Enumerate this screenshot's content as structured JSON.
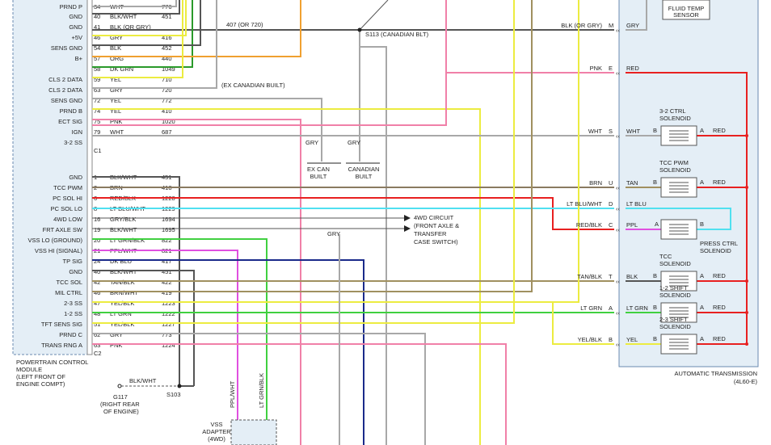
{
  "pcm": {
    "pins": [
      {
        "label": "PRND P",
        "num": "34",
        "color": "WHT",
        "circuit": "776"
      },
      {
        "label": "GND",
        "num": "40",
        "color": "BLK/WHT",
        "circuit": "451"
      },
      {
        "label": "GND",
        "num": "41",
        "color": "BLK (OR GRY)",
        "circuit": ""
      },
      {
        "label": "+5V",
        "num": "46",
        "color": "GRY",
        "circuit": "416"
      },
      {
        "label": "SENS GND",
        "num": "54",
        "color": "BLK",
        "circuit": "452"
      },
      {
        "label": "B+",
        "num": "57",
        "color": "ORG",
        "circuit": "440"
      },
      {
        "label": "",
        "num": "58",
        "color": "DK GRN",
        "circuit": "1049"
      },
      {
        "label": "CLS 2 DATA",
        "num": "59",
        "color": "YEL",
        "circuit": "710"
      },
      {
        "label": "CLS 2 DATA",
        "num": "63",
        "color": "GRY",
        "circuit": "720"
      },
      {
        "label": "SENS GND",
        "num": "72",
        "color": "YEL",
        "circuit": "772"
      },
      {
        "label": "PRND B",
        "num": "74",
        "color": "YEL",
        "circuit": "410"
      },
      {
        "label": "ECT SIG",
        "num": "75",
        "color": "PNK",
        "circuit": "1020"
      },
      {
        "label": "IGN",
        "num": "79",
        "color": "WHT",
        "circuit": "687"
      },
      {
        "label": "3-2 SS",
        "num": "",
        "color": "",
        "circuit": ""
      },
      {
        "label": "",
        "num": "C1",
        "color": "",
        "circuit": ""
      },
      {
        "label": "GND",
        "num": "1",
        "color": "BLK/WHT",
        "circuit": "451"
      },
      {
        "label": "TCC PWM",
        "num": "2",
        "color": "BRN",
        "circuit": "418"
      },
      {
        "label": "PC SOL HI",
        "num": "6",
        "color": "RED/BLK",
        "circuit": "1228"
      },
      {
        "label": "PC SOL LO",
        "num": "8",
        "color": "LT BLU/WHT",
        "circuit": "1229"
      },
      {
        "label": "4WD LOW",
        "num": "16",
        "color": "GRY/BLK",
        "circuit": "1694"
      },
      {
        "label": "FRT AXLE SW",
        "num": "19",
        "color": "BLK/WHT",
        "circuit": "1695"
      },
      {
        "label": "VSS LO (GROUND)",
        "num": "20",
        "color": "LT GRN/BLK",
        "circuit": "822"
      },
      {
        "label": "VSS HI (SIGNAL)",
        "num": "21",
        "color": "PPL/WHT",
        "circuit": "821"
      },
      {
        "label": "TP SIG",
        "num": "24",
        "color": "DK BLU",
        "circuit": "417"
      },
      {
        "label": "GND",
        "num": "40",
        "color": "BLK/WHT",
        "circuit": "451"
      },
      {
        "label": "TCC SOL",
        "num": "42",
        "color": "TAN/BLK",
        "circuit": "422"
      },
      {
        "label": "MIL CTRL",
        "num": "46",
        "color": "BRN/WHT",
        "circuit": "419"
      },
      {
        "label": "2-3 SS",
        "num": "47",
        "color": "YEL/BLK",
        "circuit": "1223"
      },
      {
        "label": "1-2 SS",
        "num": "48",
        "color": "LT GRN",
        "circuit": "1222"
      },
      {
        "label": "TFT SENS SIG",
        "num": "51",
        "color": "YEL/BLK",
        "circuit": "1227"
      },
      {
        "label": "PRND C",
        "num": "62",
        "color": "GRY",
        "circuit": "773"
      },
      {
        "label": "TRANS RNG A",
        "num": "63",
        "color": "PNK",
        "circuit": "1224"
      },
      {
        "label": "",
        "num": "C2",
        "color": "",
        "circuit": ""
      }
    ],
    "caption": [
      "POWERTRAIN CONTROL",
      "MODULE",
      "(LEFT FRONT OF",
      "ENGINE COMPT)"
    ]
  },
  "splices": {
    "s113": "S113 (CANADIAN BLT)",
    "s103": "S103",
    "s103_wire": "BLK/WHT",
    "g117": [
      "G117",
      "(RIGHT REAR",
      "OF ENGINE)"
    ],
    "wire_407": "407 (OR 720)",
    "ex_canadian": "(EX CANADIAN BUILT)"
  },
  "build_options": {
    "gry_left": "GRY",
    "gry_right": "GRY",
    "ex_can": [
      "EX CAN",
      "BUILT"
    ],
    "canadian": [
      "CANADIAN",
      "BUILT"
    ],
    "gry_lower": "GRY"
  },
  "fourwd": [
    "4WD CIRCUIT",
    "(FRONT AXLE &",
    "TRANSFER",
    "CASE SWITCH)"
  ],
  "vss": {
    "wire_left": "PPL/WHT",
    "wire_right": "LT GRN/BLK",
    "caption": [
      "VSS",
      "ADAPTER",
      "(4WD)"
    ]
  },
  "transmission": {
    "fluid_temp_sensor": [
      "FLUID TEMP",
      "SENSOR"
    ],
    "caption": [
      "AUTOMATIC TRANSMISSION",
      "(4L60-E)"
    ],
    "connector_pins": [
      {
        "wire": "BLK (OR GRY)",
        "pin": "M",
        "inside": "GRY"
      },
      {
        "wire": "PNK",
        "pin": "E",
        "inside": "RED"
      },
      {
        "wire": "WHT",
        "pin": "S",
        "inside": "WHT"
      },
      {
        "wire": "BRN",
        "pin": "U",
        "inside": "TAN"
      },
      {
        "wire": "LT BLU/WHT",
        "pin": "D",
        "inside": "LT BLU"
      },
      {
        "wire": "RED/BLK",
        "pin": "C",
        "inside": "PPL"
      },
      {
        "wire": "TAN/BLK",
        "pin": "T",
        "inside": "BLK"
      },
      {
        "wire": "LT GRN",
        "pin": "A",
        "inside": "LT GRN"
      },
      {
        "wire": "YEL/BLK",
        "pin": "B",
        "inside": "YEL"
      }
    ],
    "solenoids": [
      {
        "name": [
          "3-2 CTRL",
          "SOLENOID"
        ],
        "pin_b": "B",
        "pin_a": "A",
        "out": "RED"
      },
      {
        "name": [
          "TCC PWM",
          "SOLENOID"
        ],
        "pin_b": "B",
        "pin_a": "A",
        "out": "RED"
      },
      {
        "name": [
          "PRESS CTRL",
          "SOLENOID"
        ],
        "pin_a": "A",
        "pin_b": "B",
        "out": ""
      },
      {
        "name": [
          "TCC",
          "SOLENOID"
        ],
        "pin_b": "B",
        "pin_a": "A",
        "out": "RED"
      },
      {
        "name": [
          "1-2 SHIFT",
          "SOLENOID"
        ],
        "pin_b": "B",
        "pin_a": "A",
        "out": "RED"
      },
      {
        "name": [
          "2-3 SHIFT",
          "SOLENOID"
        ],
        "pin_b": "B",
        "pin_a": "A",
        "out": "RED"
      }
    ]
  },
  "colors": {
    "pcm_fill": "#e4eef6",
    "trans_fill": "#e4eef6",
    "red": "#e82020",
    "pink": "#f080a8",
    "yellow": "#ecec40",
    "green": "#40d040",
    "dkgreen": "#2a9a2a",
    "cyan": "#50e0f0",
    "orange": "#f0a030",
    "navy": "#1a2a8a",
    "purple": "#e050e0",
    "brown": "#8a7a60",
    "tan": "#a09060",
    "gray": "#a8a8a8",
    "black": "#333333"
  }
}
